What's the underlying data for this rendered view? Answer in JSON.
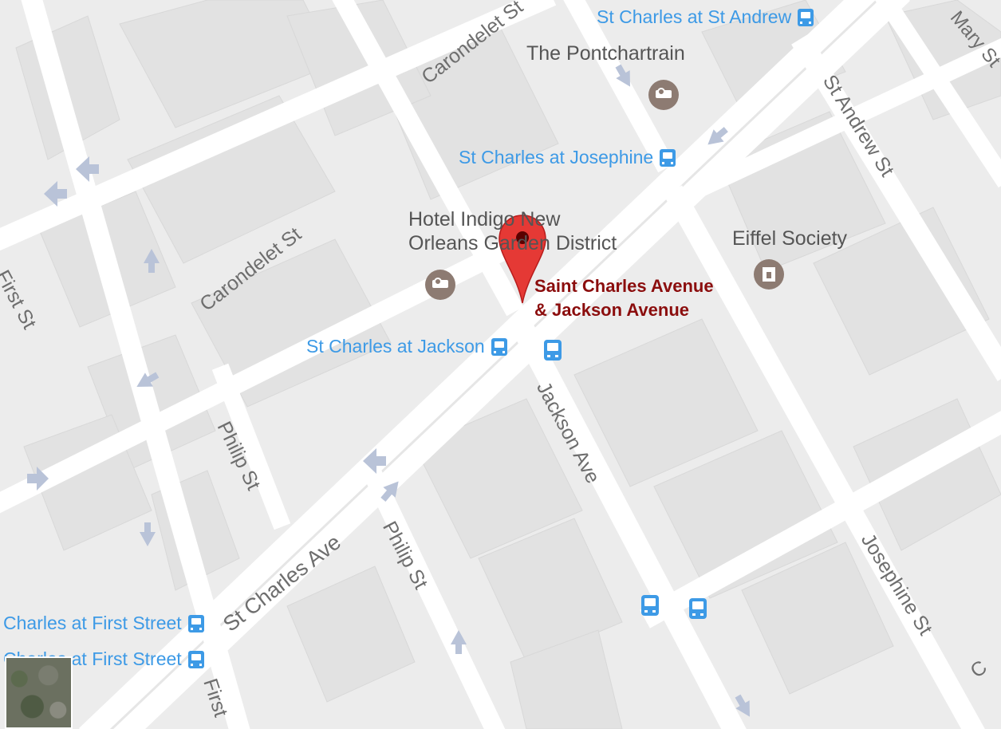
{
  "colors": {
    "background": "#ececec",
    "road": "#ffffff",
    "building": "#e0e0e0",
    "transit_label": "#3d9ae6",
    "pin": "#e53935",
    "pin_label": "#8b0d0d",
    "poi_icon": "#8d7b72",
    "street_label": "#6e6e6e"
  },
  "map": {
    "pin": {
      "line1": "Saint Charles Avenue",
      "line2": "& Jackson Avenue",
      "icon": "map-pin-icon"
    },
    "streets": {
      "carondelet_upper": "Carondelet St",
      "carondelet_lower": "Carondelet St",
      "first_left": "First St",
      "first_bottom": "First",
      "philip_upper": "Philip St",
      "philip_lower": "Philip St",
      "st_charles": "St Charles Ave",
      "jackson": "Jackson Ave",
      "st_andrew": "St Andrew St",
      "josephine": "Josephine St",
      "mary_partial": "Mary St",
      "bottom_right_partial": "C"
    },
    "transit": {
      "st_andrew": "St Charles at St Andrew",
      "josephine": "St Charles at Josephine",
      "jackson": "St Charles at Jackson",
      "first_street_1": "Charles at First Street",
      "first_street_2": "Charles at First Street"
    },
    "pois": {
      "pontchartrain": "The Pontchartrain",
      "hotel_indigo_line1": "Hotel Indigo New",
      "hotel_indigo_line2": "Orleans Garden District",
      "eiffel": "Eiffel Society"
    },
    "icons": {
      "hotel": "hotel-icon",
      "museum": "landmark-icon",
      "tram": "tram-stop-icon",
      "bus": "bus-stop-icon",
      "arrow": "one-way-arrow-icon"
    }
  }
}
